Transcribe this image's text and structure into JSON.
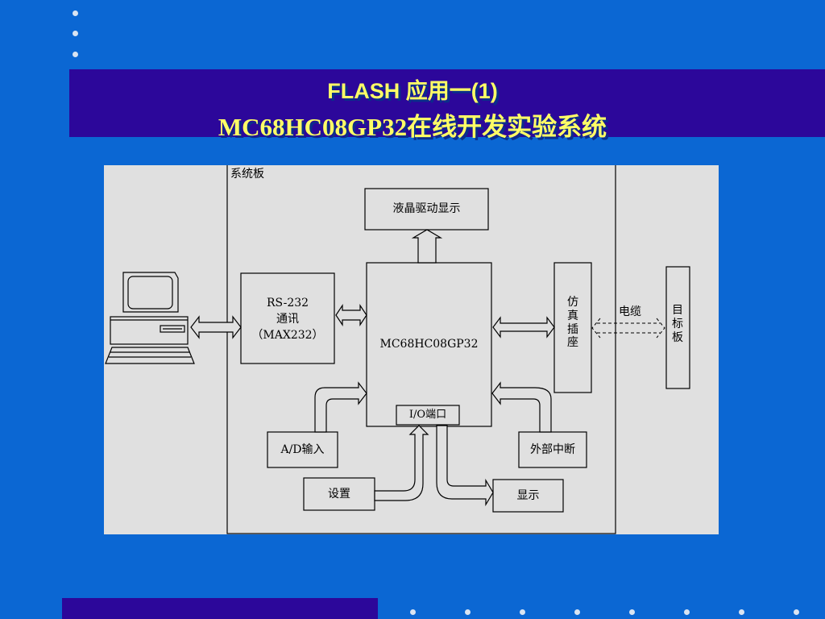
{
  "slide": {
    "title_line1": "FLASH 应用一(1)",
    "title_line2": "MC68HC08GP32在线开发实验系统",
    "colors": {
      "background": "#0b67d3",
      "band": "#2c079a",
      "title": "#ffff66",
      "diagram_bg": "#e0e0e0"
    }
  },
  "diagram": {
    "system_board_label": "系统板",
    "lcd_driver_label": "液晶驱动显示",
    "rs232_lines": [
      "RS-232",
      "通讯",
      "（MAX232）"
    ],
    "mcu_label": "MC68HC08GP32",
    "emulator_socket_label": "仿真插座",
    "cable_label": "电缆",
    "target_board_label": "目标板",
    "io_port_label": "I/O端口",
    "ad_input_label": "A/D输入",
    "ext_interrupt_label": "外部中断",
    "settings_label": "设置",
    "display_label": "显示",
    "computer_icon": "computer-icon"
  }
}
